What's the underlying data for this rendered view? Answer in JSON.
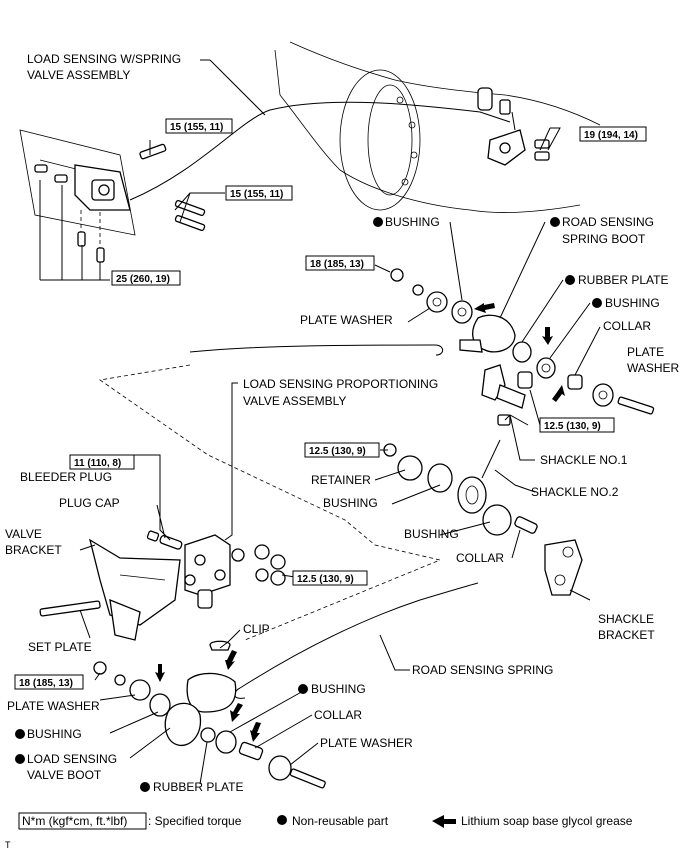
{
  "labels": {
    "load_sensing_valve_assy_1": "LOAD SENSING W/SPRING",
    "load_sensing_valve_assy_2": "VALVE ASSEMBLY",
    "bushing": "BUSHING",
    "road_sensing_spring_boot_1": "ROAD SENSING",
    "road_sensing_spring_boot_2": "SPRING BOOT",
    "rubber_plate": "RUBBER PLATE",
    "collar": "COLLAR",
    "plate_washer": "PLATE WASHER",
    "plate": "PLATE",
    "washer": "WASHER",
    "lspv_1": "LOAD SENSING PROPORTIONING",
    "lspv_2": "VALVE ASSEMBLY",
    "bleeder_plug": "BLEEDER PLUG",
    "plug_cap": "PLUG CAP",
    "valve": "VALVE",
    "bracket": "BRACKET",
    "retainer": "RETAINER",
    "shackle_no1": "SHACKLE NO.1",
    "shackle_no2": "SHACKLE NO.2",
    "shackle": "SHACKLE",
    "set_plate": "SET PLATE",
    "clip": "CLIP",
    "road_sensing_spring": "ROAD SENSING SPRING",
    "load_sensing_valve_boot_1": "LOAD SENSING",
    "load_sensing_valve_boot_2": "VALVE BOOT"
  },
  "torques": {
    "t_15_a": "15 (155, 11)",
    "t_15_b": "15 (155, 11)",
    "t_19": "19 (194, 14)",
    "t_25": "25 (260, 19)",
    "t_18_a": "18 (185, 13)",
    "t_12_5_a": "12.5 (130, 9)",
    "t_11": "11 (110, 8)",
    "t_12_5_b": "12.5 (130, 9)",
    "t_12_5_c": "12.5 (130, 9)",
    "t_18_b": "18 (185, 13)"
  },
  "legend": {
    "torque_key": "N*m (kgf*cm, ft.*lbf)",
    "torque_desc": ": Specified torque",
    "nonreusable": "Non-reusable part",
    "grease": "Lithium soap base glycol grease"
  },
  "corner_mark": "T",
  "icons": [
    "non-reusable-dot-icon",
    "grease-arrow-icon"
  ]
}
